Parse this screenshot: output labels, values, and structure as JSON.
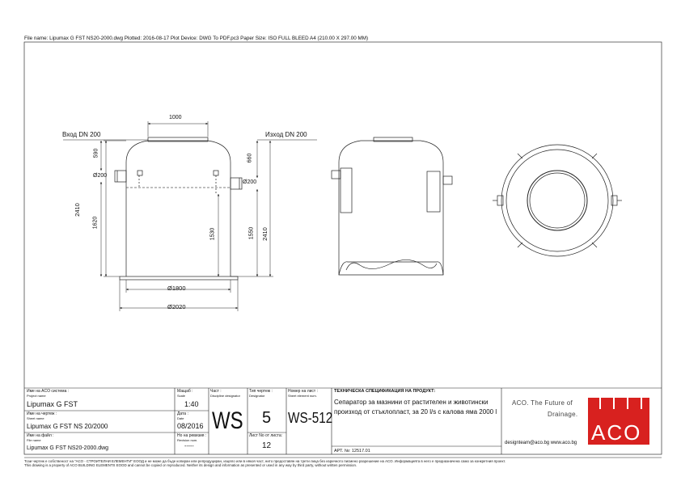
{
  "header": "File name: Lipumax G FST NS20-2000.dwg   Plotted: 2016-08-17   Plot Device: DWG To PDF.pc3   Paper Size: ISO FULL BLEED A4 (210.00 X 297.00 MM)",
  "drawing": {
    "inlet_label": "Вход DN 200",
    "outlet_label": "Изход DN 200",
    "dim_top_width": "1000",
    "dim_590": "590",
    "dim_660": "660",
    "dim_pipe_left": "Ø200",
    "dim_pipe_right": "Ø200",
    "dim_2410_left": "2410",
    "dim_1620": "1620",
    "dim_1530": "1530",
    "dim_1550": "1550",
    "dim_2410_right": "2410",
    "dim_d1800": "Ø1800",
    "dim_d2020": "Ø2020"
  },
  "title_block": {
    "project_lbl": "Име на ACO система :",
    "project_sub": "Project name",
    "project_val": "Lipumax G FST",
    "sheet_lbl": "Име на чертеж :",
    "sheet_sub": "Sheet name",
    "sheet_val": "Lipumax G FST NS 20/2000",
    "file_lbl": "Име на файл :",
    "file_sub": "File name",
    "file_val": "Lipumax G FST NS20-2000.dwg",
    "scale_lbl": "Мащаб :",
    "scale_sub": "Scale",
    "scale_val": "1:40",
    "date_lbl": "Дата :",
    "date_sub": "Date",
    "date_val": "08/2016",
    "rev_lbl": "Но на ревизия :",
    "rev_sub": "Revision num.",
    "rev_val": "-----",
    "part_lbl": "Част :",
    "part_sub": "Discipline designator",
    "part_val": "WS",
    "designer_lbl": "Тип чертеж :",
    "designer_sub": "Designator",
    "designer_val": "5",
    "sheets_lbl": "Лист No от листа:",
    "sheets_val": "12",
    "number_lbl": "Номер на лист :",
    "number_sub": "Sheet element num.",
    "number_val": "WS-512",
    "spec_title": "ТЕХНИЧЕСКА СПЕЦИФИКАЦИЯ НА ПРОДУКТ:",
    "spec_line1": "Сепаратор за мазнини от растителен и животински",
    "spec_line2": "произход от стъклопласт, за 20 l/s с калова яма 2000 l",
    "art": "АРТ. №: 12517.01",
    "aco_tagline1": "ACO. The Future of",
    "aco_tagline2": "Drainage.",
    "aco_contact": "designteam@aco.bg  www.aco.bg",
    "aco_logo": "ACO"
  },
  "footer": {
    "line1": "Този чертеж е собственост на \"АСО - СТРОИТЕЛНИ ЕЛЕМЕНТИ\" ЕООД и не може да бъде копиран или репродуциран, изцяло или в някоя част, нито предоставян на трети лица без изричното писмено разрешение на АСО. Информацията в него е предназначена само за конкретния проект.",
    "line2": "This drawing is a property of ACO BUILDING ELEMENTS EOOD and cannot be copied or reproduced. Neither its design and information as presented or used in any way by third party, without written permission."
  },
  "colors": {
    "line": "#222222",
    "accent": "#d8211f",
    "dash": "#555555"
  }
}
